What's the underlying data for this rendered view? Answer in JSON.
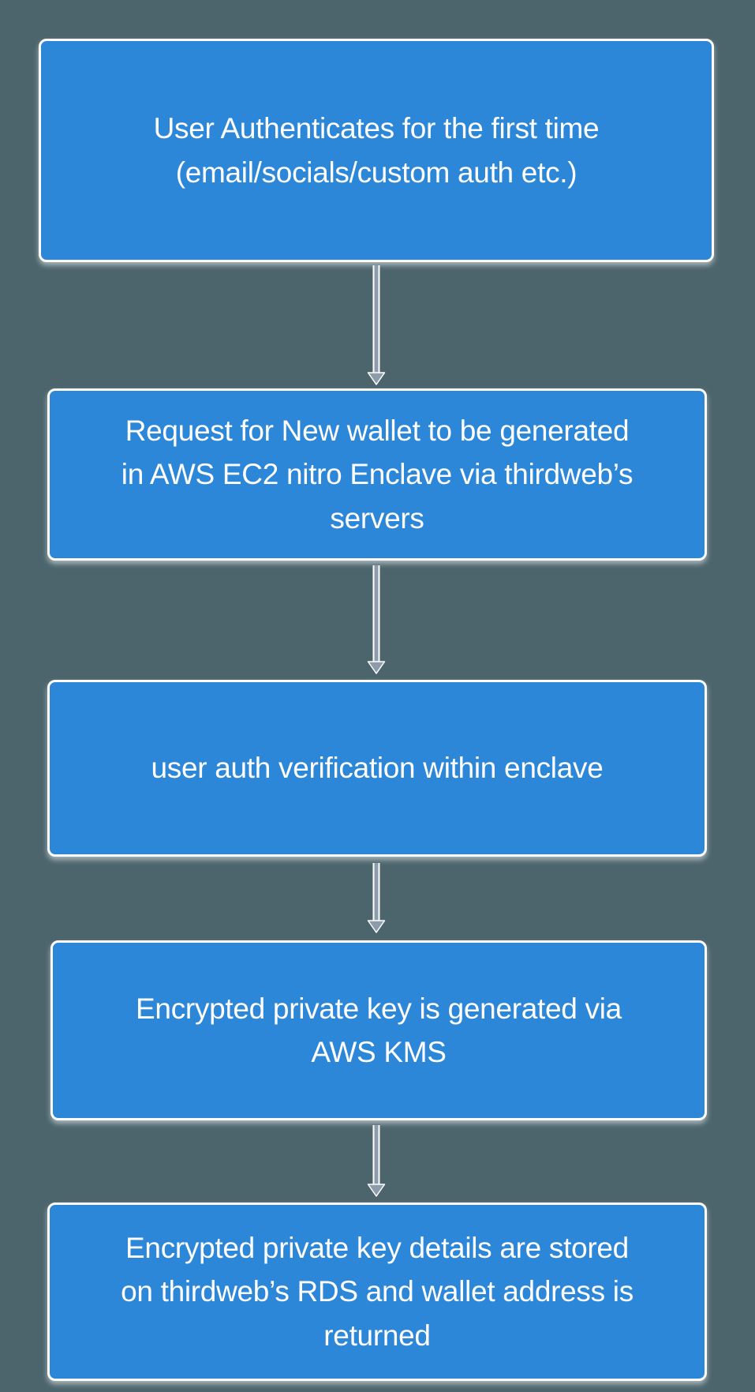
{
  "flowchart": {
    "nodes": [
      {
        "id": "user-authenticates",
        "label": "User Authenticates for the first time\n(email/socials/custom auth etc.)"
      },
      {
        "id": "request-new-wallet",
        "label": "Request for New wallet to be generated\nin AWS EC2 nitro Enclave via thirdweb’s\nservers"
      },
      {
        "id": "auth-verification",
        "label": "user auth verification within enclave"
      },
      {
        "id": "encrypted-key-generated",
        "label": "Encrypted private key is generated via\nAWS KMS"
      },
      {
        "id": "encrypted-key-stored",
        "label": "Encrypted private key details are stored\non thirdweb’s RDS and wallet address is\nreturned"
      }
    ],
    "edges": [
      {
        "from": "user-authenticates",
        "to": "request-new-wallet"
      },
      {
        "from": "request-new-wallet",
        "to": "auth-verification"
      },
      {
        "from": "auth-verification",
        "to": "encrypted-key-generated"
      },
      {
        "from": "encrypted-key-generated",
        "to": "encrypted-key-stored"
      }
    ],
    "colors": {
      "background": "#4c656d",
      "node_fill": "#2d87d8",
      "node_border": "#ffffff",
      "node_text": "#ffffff",
      "arrow": "#8d9cab",
      "arrow_outline": "#ffffff"
    }
  }
}
